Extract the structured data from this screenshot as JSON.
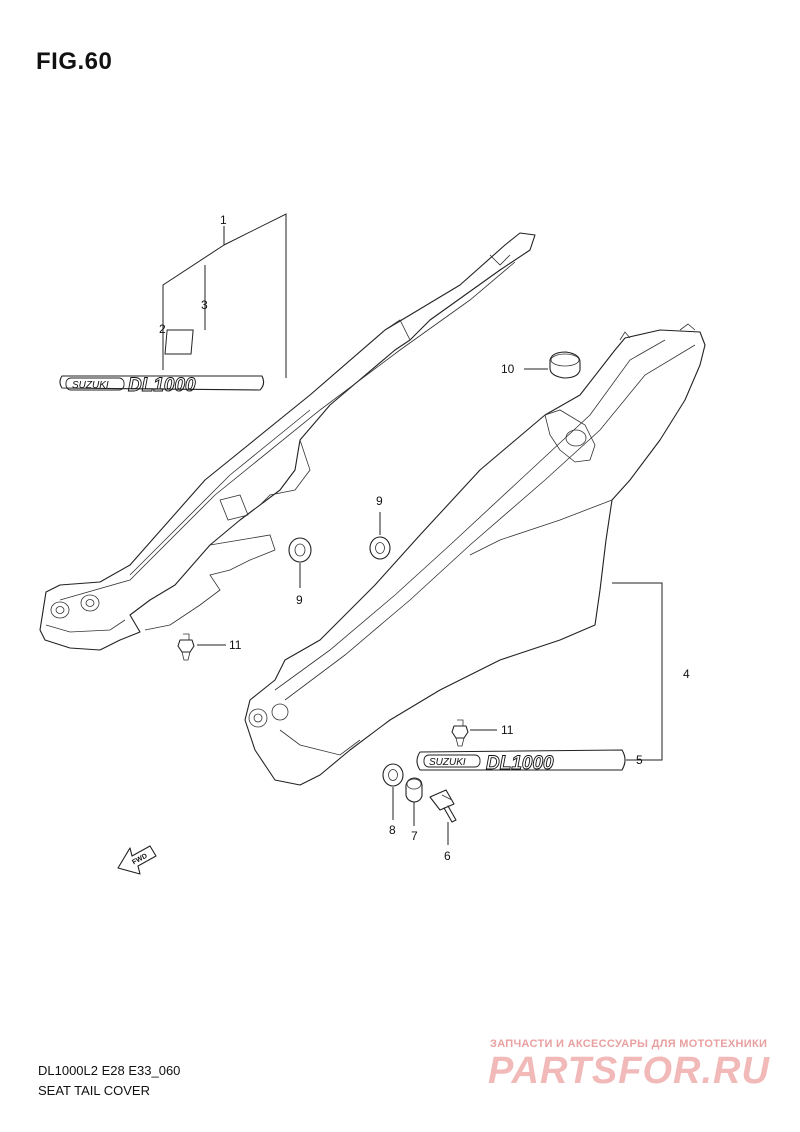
{
  "figure": {
    "title": "FIG.60"
  },
  "emblem": {
    "brand": "SUZUKI",
    "model": "DL1000"
  },
  "fwd_label": "FWD",
  "callouts": [
    "1",
    "2",
    "3",
    "4",
    "5",
    "6",
    "7",
    "8",
    "9",
    "9",
    "10",
    "11",
    "11"
  ],
  "footer": {
    "code": "DL1000L2 E28 E33_060",
    "name": "SEAT TAIL COVER"
  },
  "watermark": {
    "tagline": "ЗАПЧАСТИ И АКСЕССУАРЫ ДЛЯ МОТОТЕХНИКИ",
    "site": "PARTSFOR.RU"
  },
  "colors": {
    "line": "#222222",
    "watermark": "#f2b9b9"
  }
}
